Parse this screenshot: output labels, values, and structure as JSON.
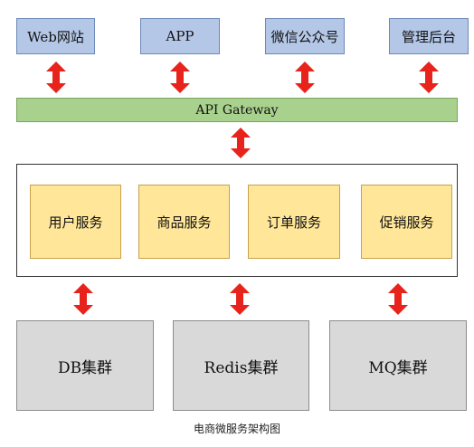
{
  "clients": [
    "Web网站",
    "APP",
    "微信公众号",
    "管理后台"
  ],
  "gateway": "API Gateway",
  "services": [
    "用户服务",
    "商品服务",
    "订单服务",
    "促销服务"
  ],
  "infrastructure": [
    "DB集群",
    "Redis集群",
    "MQ集群"
  ],
  "caption": "电商微服务架构图",
  "colors": {
    "client_fill": "#b4c7e7",
    "gateway_fill": "#a9d18e",
    "service_fill": "#ffe699",
    "infra_fill": "#d9d9d9",
    "arrow": "#e8231c"
  }
}
